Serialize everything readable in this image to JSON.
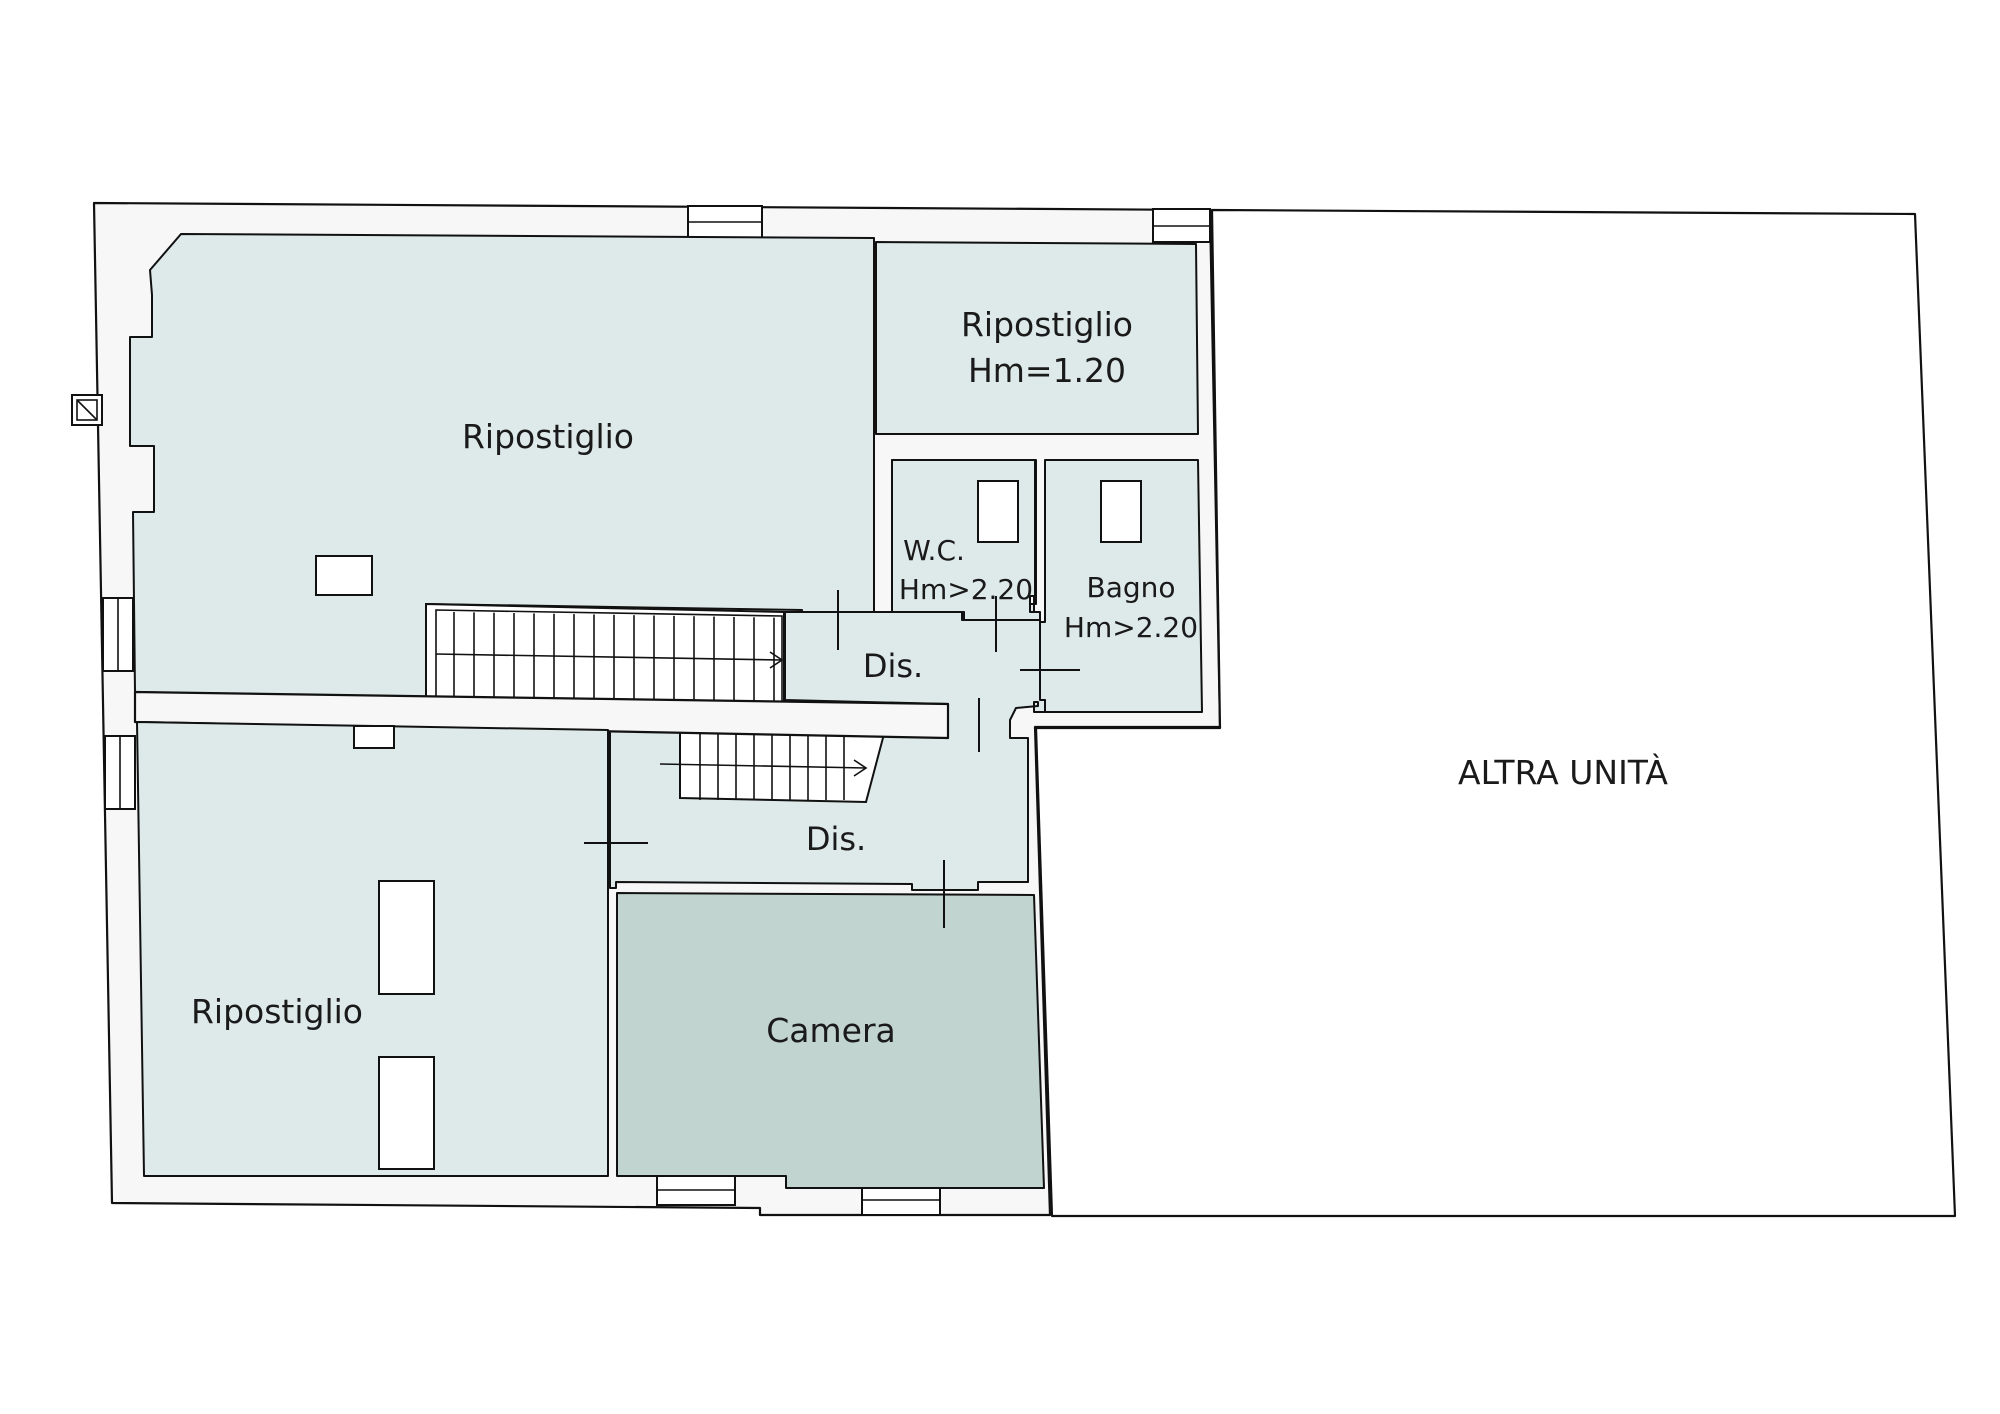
{
  "rooms": {
    "storage_main": {
      "label": "Ripostiglio"
    },
    "storage_small": {
      "label_line1": "Ripostiglio",
      "label_line2": "Hm=1.20"
    },
    "wc": {
      "label_line1": "W.C.",
      "label_line2": "Hm>2.20"
    },
    "bathroom": {
      "label_line1": "Bagno",
      "label_line2": "Hm>2.20"
    },
    "hall_upper": {
      "label": "Dis."
    },
    "hall_lower": {
      "label": "Dis."
    },
    "storage_lower": {
      "label": "Ripostiglio"
    },
    "bedroom": {
      "label": "Camera"
    },
    "other_unit": {
      "label": "ALTRA UNITÀ"
    }
  },
  "colors": {
    "room_fill": "#deeaea",
    "bedroom_fill": "#c2d4d0",
    "wall_fill": "#f7f7f7",
    "line": "#111111"
  }
}
